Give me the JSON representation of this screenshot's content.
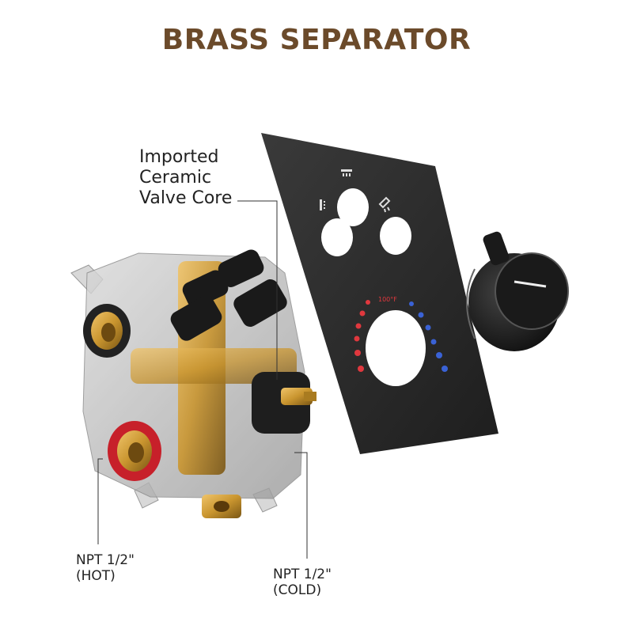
{
  "title": "BRASS SEPARATOR",
  "callouts": {
    "valve_core": [
      "Imported",
      "Ceramic",
      "Valve Core"
    ],
    "hot_inlet": [
      "NPT 1/2\"",
      "(HOT)"
    ],
    "cold_inlet": [
      "NPT 1/2\"",
      "(COLD)"
    ]
  },
  "faceplate": {
    "temperature_mark": "100°F",
    "outlet_icons": [
      "handheld-shower-icon",
      "rain-shower-icon",
      "hand-shower-spray-icon"
    ]
  },
  "colors": {
    "title": "#6b4a2a",
    "plate": "#2b2b2b",
    "brass": "#c9952f",
    "hot": "#e0383e",
    "cold": "#3a62d6"
  }
}
